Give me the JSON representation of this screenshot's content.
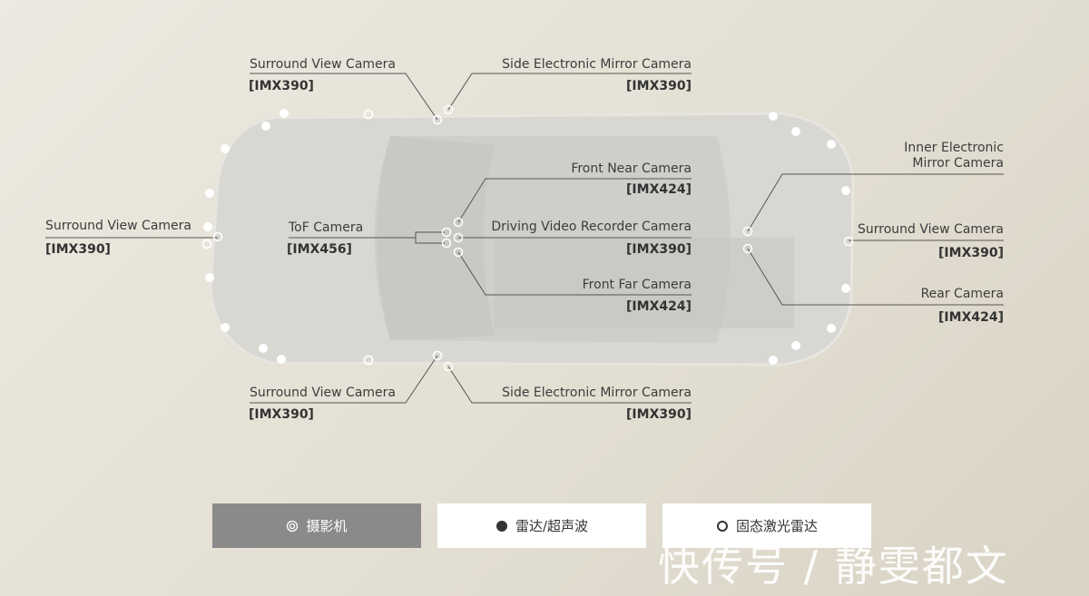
{
  "labels": {
    "surround_top_left": {
      "name": "Surround View Camera",
      "code": "[IMX390]"
    },
    "side_mirror_top": {
      "name": "Side Electronic Mirror Camera",
      "code": "[IMX390]"
    },
    "inner_mirror": {
      "line1": "Inner Electronic",
      "line2": "Mirror Camera"
    },
    "front_near": {
      "name": "Front Near Camera",
      "code": "[IMX424]"
    },
    "driving_recorder": {
      "name": "Driving Video Recorder Camera",
      "code": "[IMX390]"
    },
    "front_far": {
      "name": "Front Far Camera",
      "code": "[IMX424]"
    },
    "tof": {
      "name": "ToF Camera",
      "code": "[IMX456]"
    },
    "surround_front": {
      "name": "Surround View Camera",
      "code": "[IMX390]"
    },
    "surround_rear": {
      "name": "Surround View Camera",
      "code": "[IMX390]"
    },
    "rear": {
      "name": "Rear Camera",
      "code": "[IMX424]"
    },
    "surround_bottom_left": {
      "name": "Surround View Camera",
      "code": "[IMX390]"
    },
    "side_mirror_bottom": {
      "name": "Side Electronic Mirror Camera",
      "code": "[IMX390]"
    }
  },
  "legend": {
    "camera": {
      "icon": "camera-ring-icon",
      "label": "摄影机",
      "active": true
    },
    "radar": {
      "icon": "filled-dot-icon",
      "label": "雷达/超声波"
    },
    "lidar": {
      "icon": "hollow-circle-icon",
      "label": "固态激光雷达"
    }
  },
  "watermark": "快传号 / 静雯都文",
  "colors": {
    "active_button": "#8a8a8a",
    "car_body": "#d6d5d0",
    "line": "#555555"
  }
}
